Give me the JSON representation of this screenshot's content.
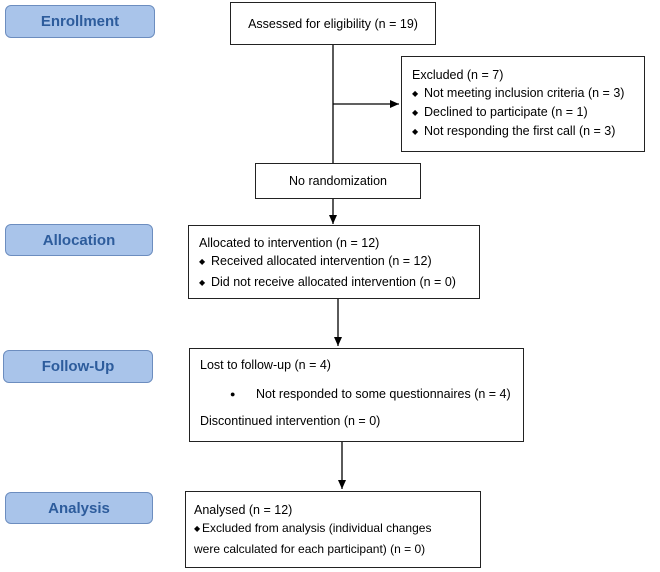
{
  "stages": {
    "enrollment": "Enrollment",
    "allocation": "Allocation",
    "follow_up": "Follow-Up",
    "analysis": "Analysis"
  },
  "bullet_symbol": "◆",
  "boxes": {
    "assessed": "Assessed for eligibility (n = 19)",
    "excluded": {
      "title": "Excluded (n = 7)",
      "items": [
        "Not meeting inclusion criteria (n = 3)",
        "Declined to participate (n = 1)",
        "Not responding the first call (n = 3)"
      ]
    },
    "no_randomization": "No randomization",
    "allocated": {
      "title": "Allocated to intervention (n = 12)",
      "items": [
        "Received allocated intervention (n = 12)",
        "Did not receive allocated intervention (n = 0)"
      ]
    },
    "follow_up": {
      "lost": "Lost to follow-up (n = 4)",
      "item_bullet": "●",
      "item": "Not responded to some questionnaires (n = 4)",
      "discontinued": "Discontinued intervention (n = 0)"
    },
    "analysis": {
      "title": "Analysed  (n = 12)",
      "item_line1": "Excluded from analysis (individual changes",
      "item_line2": "were calculated for each participant) (n = 0)"
    }
  }
}
